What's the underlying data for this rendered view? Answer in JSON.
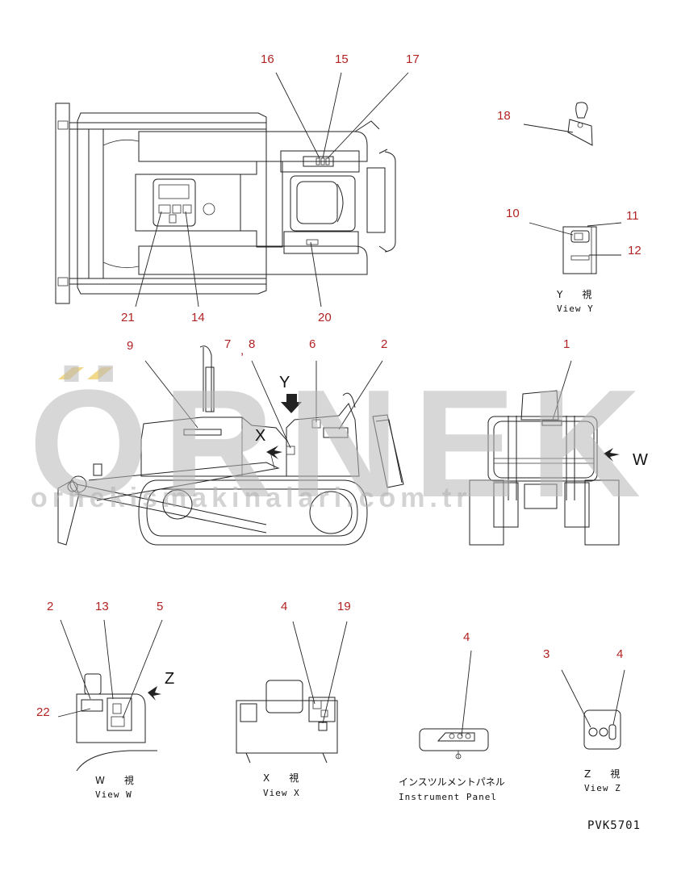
{
  "callouts": {
    "c1": "1",
    "c2a": "2",
    "c2b": "2",
    "c3": "3",
    "c4a": "4",
    "c4b": "4",
    "c4c": "4",
    "c5": "5",
    "c6": "6",
    "c7": "7",
    "c_comma": ",",
    "c8": "8",
    "c9": "9",
    "c10": "10",
    "c11": "11",
    "c12": "12",
    "c13": "13",
    "c14": "14",
    "c15": "15",
    "c16": "16",
    "c17": "17",
    "c18": "18",
    "c19": "19",
    "c20": "20",
    "c21": "21",
    "c22": "22"
  },
  "view_arrows": {
    "y": "Y",
    "x": "X",
    "z": "Z",
    "w": "W"
  },
  "captions": {
    "view_y_jp": "Y　　視",
    "view_y_en": "View Y",
    "view_w_jp": "W　　視",
    "view_w_en": "View W",
    "view_x_jp": "X　　視",
    "view_x_en": "View X",
    "view_z_jp": "Z　　視",
    "view_z_en": "View Z",
    "instrument_jp": "インスツルメントパネル",
    "instrument_en": "Instrument Panel"
  },
  "drawing_ref": "PVK5701",
  "watermark": {
    "brand": "ÖRNEK",
    "site": "ornekismakinalari.com.tr"
  },
  "colors": {
    "callout": "#b22222",
    "line": "#222222",
    "watermark": "#b8b8b8",
    "watermark_accent": "#f2d98a"
  }
}
